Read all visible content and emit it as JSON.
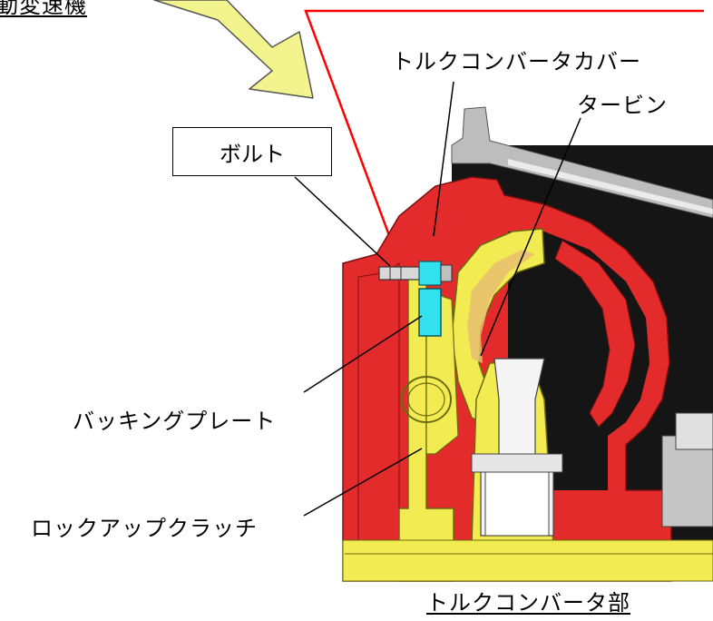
{
  "header": {
    "partial_title": "動変速機"
  },
  "labels": {
    "torque_converter_cover": "トルクコンバータカバー",
    "turbine": "タービン",
    "bolt": "ボルト",
    "backing_plate": "バッキングプレート",
    "lockup_clutch": "ロックアップクラッチ"
  },
  "caption": "トルクコンバータ部",
  "colors": {
    "cover_red": "#e32b2b",
    "turbine_yellow": "#f2ec52",
    "backing_plate_cyan": "#33e0ee",
    "bolt_gray": "#d8d8d8",
    "background_black": "#151515",
    "arrow_fill": "#f4f48e",
    "pointer_red": "#ff0000"
  }
}
